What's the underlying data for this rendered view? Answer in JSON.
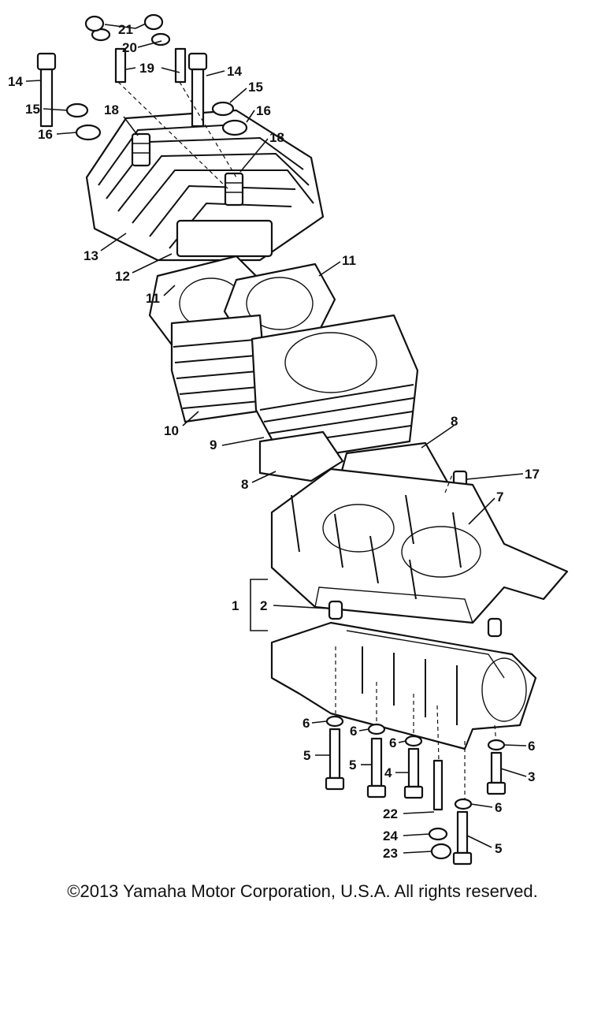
{
  "callouts": [
    {
      "id": "c21",
      "label": "21"
    },
    {
      "id": "c20",
      "label": "20"
    },
    {
      "id": "c19",
      "label": "19"
    },
    {
      "id": "c14a",
      "label": "14"
    },
    {
      "id": "c14b",
      "label": "14"
    },
    {
      "id": "c15a",
      "label": "15"
    },
    {
      "id": "c15b",
      "label": "15"
    },
    {
      "id": "c16a",
      "label": "16"
    },
    {
      "id": "c16b",
      "label": "16"
    },
    {
      "id": "c18a",
      "label": "18"
    },
    {
      "id": "c18b",
      "label": "18"
    },
    {
      "id": "c13",
      "label": "13"
    },
    {
      "id": "c12",
      "label": "12"
    },
    {
      "id": "c11a",
      "label": "11"
    },
    {
      "id": "c11b",
      "label": "11"
    },
    {
      "id": "c10",
      "label": "10"
    },
    {
      "id": "c9",
      "label": "9"
    },
    {
      "id": "c8a",
      "label": "8"
    },
    {
      "id": "c8b",
      "label": "8"
    },
    {
      "id": "c17",
      "label": "17"
    },
    {
      "id": "c7",
      "label": "7"
    },
    {
      "id": "c1",
      "label": "1"
    },
    {
      "id": "c2",
      "label": "2"
    },
    {
      "id": "c6a",
      "label": "6"
    },
    {
      "id": "c6b",
      "label": "6"
    },
    {
      "id": "c6c",
      "label": "6"
    },
    {
      "id": "c6d",
      "label": "6"
    },
    {
      "id": "c6e",
      "label": "6"
    },
    {
      "id": "c5a",
      "label": "5"
    },
    {
      "id": "c5b",
      "label": "5"
    },
    {
      "id": "c5c",
      "label": "5"
    },
    {
      "id": "c4",
      "label": "4"
    },
    {
      "id": "c3",
      "label": "3"
    },
    {
      "id": "c22",
      "label": "22"
    },
    {
      "id": "c24",
      "label": "24"
    },
    {
      "id": "c23",
      "label": "23"
    }
  ],
  "copyright": "©2013 Yamaha Motor Corporation, U.S.A. All rights reserved."
}
